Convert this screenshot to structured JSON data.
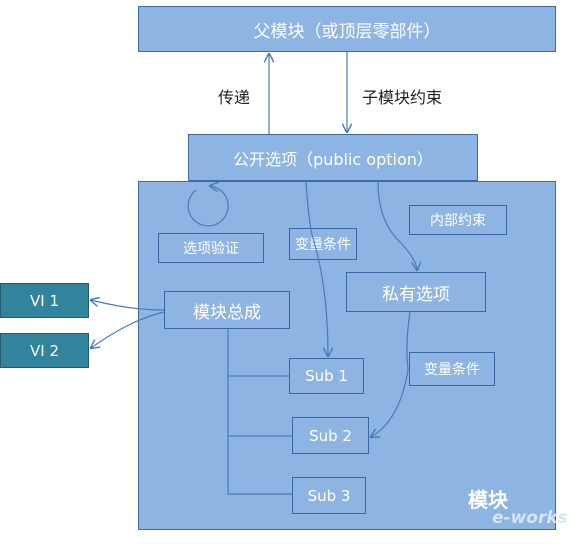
{
  "parent_box": "父模块（或顶层零部件）",
  "label_left": "传递",
  "label_right": "子模块约束",
  "public_option": "公开选项（public option）",
  "module_label": "模块",
  "option_validation": "选项验证",
  "variable_condition_1": "变量条件",
  "internal_constraint": "内部约束",
  "private_option": "私有选项",
  "module_assembly": "模块总成",
  "variable_condition_2": "变量条件",
  "sub1": "Sub 1",
  "sub2": "Sub 2",
  "sub3": "Sub 3",
  "vi1": "VI 1",
  "vi2": "VI 2",
  "watermark": "e-works",
  "colors": {
    "box_fill": "#8eb4e3",
    "box_border": "#3e6aa6",
    "vi_fill": "#31849b",
    "line": "#4a7ab8"
  }
}
